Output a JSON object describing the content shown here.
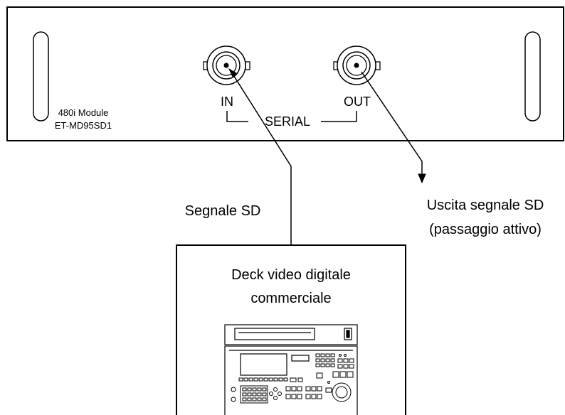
{
  "module": {
    "name_line1": "480i Module",
    "name_line2": "ET-MD95SD1"
  },
  "connectors": {
    "in_label": "IN",
    "out_label": "OUT",
    "group_label": "SERIAL"
  },
  "signals": {
    "input_label": "Segnale SD",
    "output_label_line1": "Uscita segnale SD",
    "output_label_line2": "(passaggio attivo)"
  },
  "device": {
    "label_line1": "Deck video digitale",
    "label_line2": "commerciale",
    "icon": "vcr-deck-icon"
  }
}
